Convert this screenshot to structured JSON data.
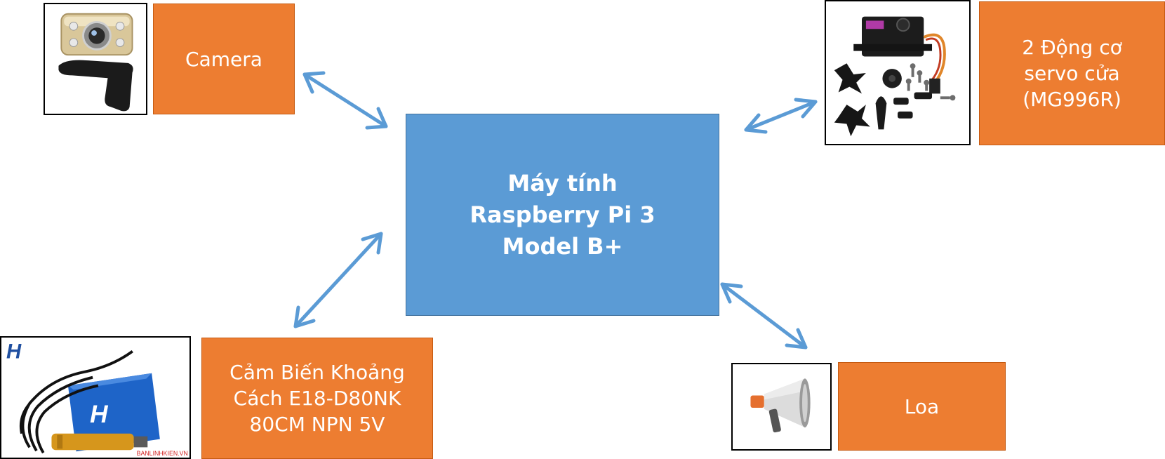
{
  "central": {
    "lines": [
      "Máy tính",
      "Raspberry Pi 3",
      "Model B+"
    ]
  },
  "camera": {
    "label": "Camera",
    "icon": "webcam-icon"
  },
  "servo": {
    "lines": [
      "2 Động cơ",
      "servo cửa",
      "(MG996R)"
    ],
    "icon": "servo-motor-icon"
  },
  "sensor": {
    "lines": [
      "Cảm Biến Khoảng",
      "Cách E18-D80NK",
      "80CM NPN 5V"
    ],
    "icon": "distance-sensor-icon",
    "photo_watermark": "BANLINHKIEN.VN"
  },
  "speaker": {
    "label": "Loa",
    "icon": "megaphone-icon"
  },
  "colors": {
    "central_fill": "#5B9BD5",
    "node_fill": "#ED7D31",
    "arrow": "#5B9BD5",
    "text": "#FFFFFF"
  }
}
